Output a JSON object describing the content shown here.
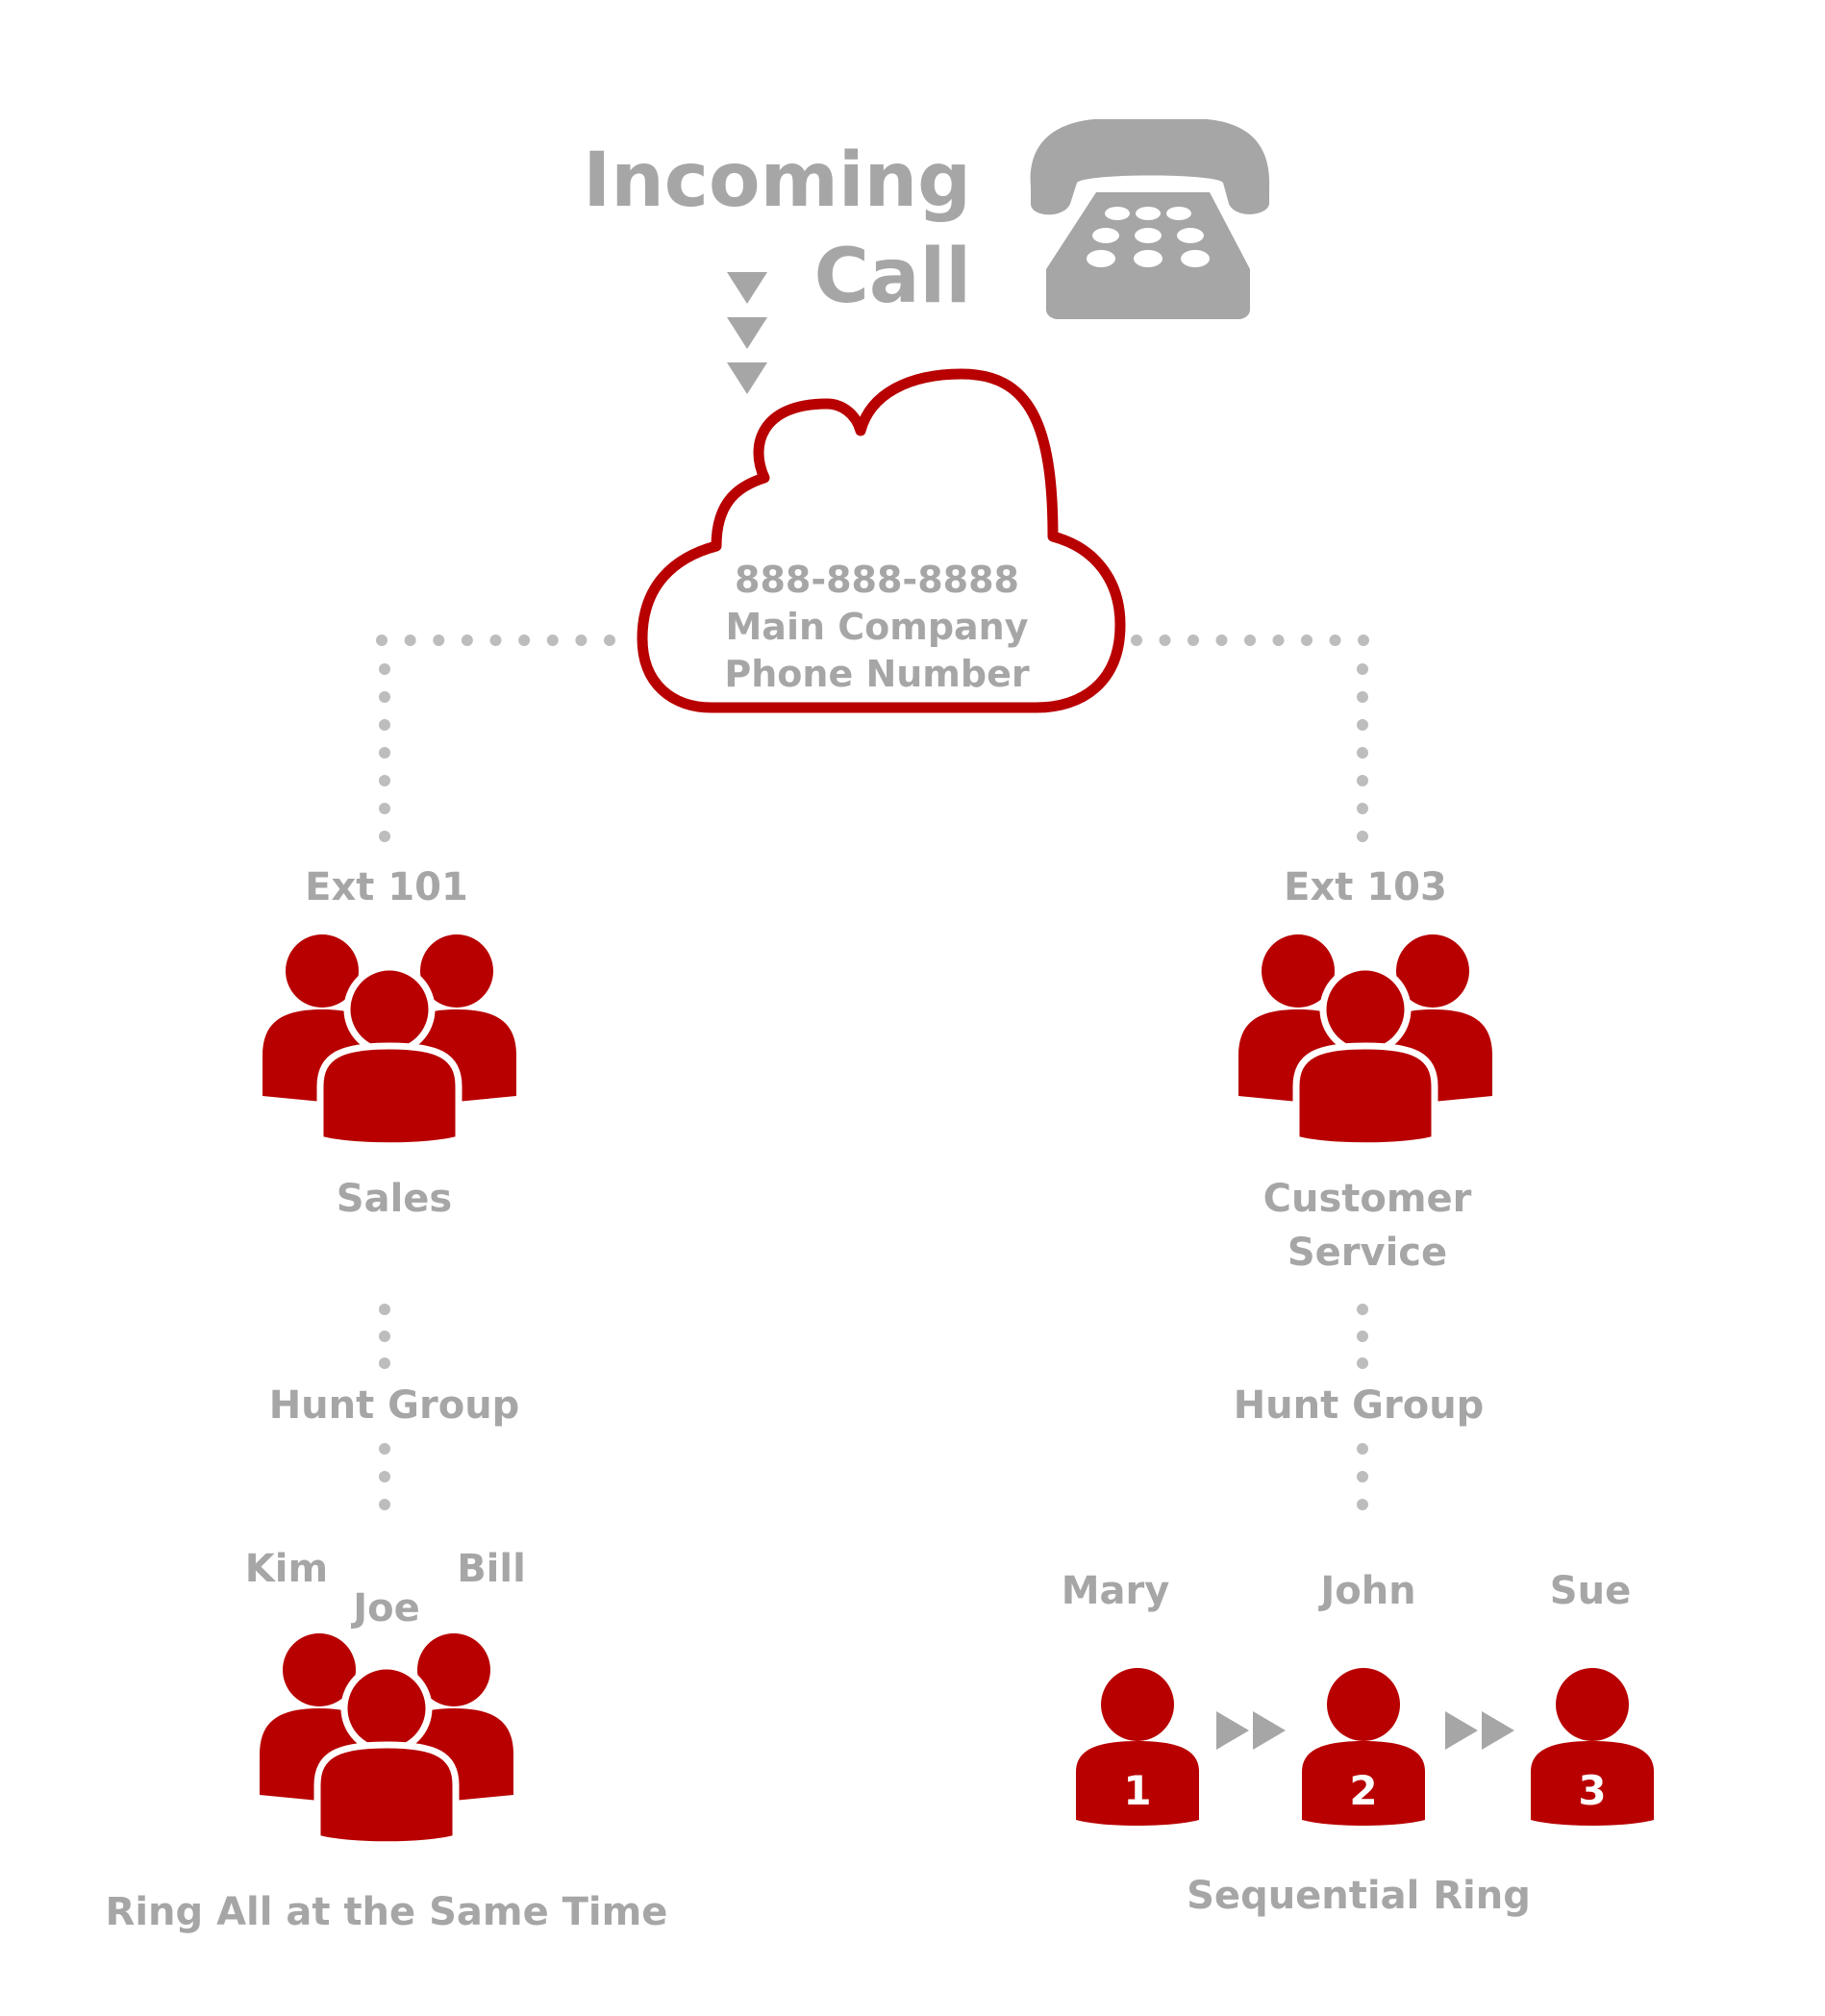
{
  "header": {
    "title_line1": "Incoming",
    "title_line2": "Call",
    "phone_icon": "telephone-icon"
  },
  "cloud": {
    "number": "888-888-8888",
    "line2": "Main Company",
    "line3": "Phone Number",
    "icon": "cloud-icon"
  },
  "left_branch": {
    "extension": "Ext 101",
    "group_name": "Sales",
    "connector_label": "Hunt Group",
    "members": [
      "Kim",
      "Joe",
      "Bill"
    ],
    "strategy": "Ring All at the Same Time"
  },
  "right_branch": {
    "extension": "Ext 103",
    "group_name_line1": "Customer",
    "group_name_line2": "Service",
    "connector_label": "Hunt Group",
    "members": [
      {
        "name": "Mary",
        "order": "1"
      },
      {
        "name": "John",
        "order": "2"
      },
      {
        "name": "Sue",
        "order": "3"
      }
    ],
    "strategy": "Sequential Ring"
  },
  "colors": {
    "accent": "#b80000",
    "text": "#a6a6a6",
    "dots": "#bdbdbd"
  }
}
